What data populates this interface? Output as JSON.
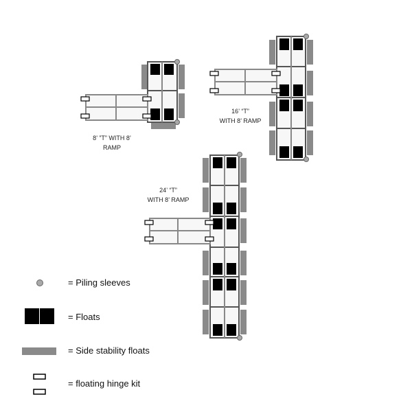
{
  "captions": {
    "t8": {
      "line1": "8’ ”T” WITH 8’",
      "line2": "RAMP"
    },
    "t16": {
      "line1": "16’ “T”",
      "line2": "WITH 8’ RAMP"
    },
    "t24": {
      "line1": "24’ “T”",
      "line2": "WITH 8’ RAMP"
    }
  },
  "legend": {
    "piling_sleeves": "= Piling sleeves",
    "floats": "= Floats",
    "side_stability_floats": "= Side stability floats",
    "floating_hinge_kit": "= floating hinge kit"
  },
  "colors": {
    "frame": "#555555",
    "deck_fill": "#f7f7f7",
    "float": "#000000",
    "side_float": "#8a8a8a",
    "piling": "#a9a9a9"
  }
}
